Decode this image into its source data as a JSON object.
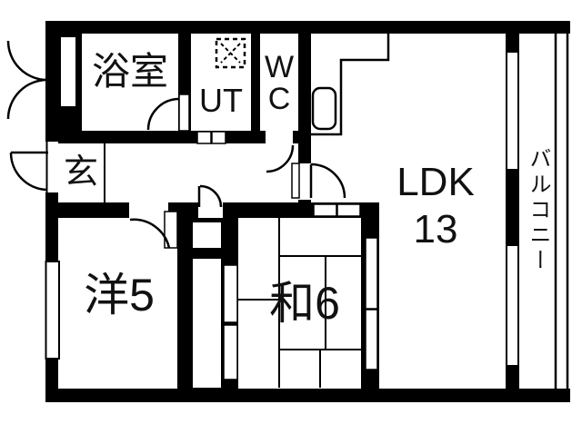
{
  "floorplan": {
    "rooms": {
      "bathroom": {
        "label": "浴室"
      },
      "utility": {
        "label": "UT"
      },
      "toilet": {
        "line1": "W",
        "line2": "C"
      },
      "entrance": {
        "label": "玄"
      },
      "western_room": {
        "label": "洋5"
      },
      "japanese_room": {
        "label": "和6"
      },
      "ldk": {
        "line1": "LDK",
        "line2": "13"
      },
      "balcony": {
        "label": "バルコニー"
      }
    },
    "colors": {
      "wall": "#000000",
      "floor": "#ffffff"
    }
  }
}
